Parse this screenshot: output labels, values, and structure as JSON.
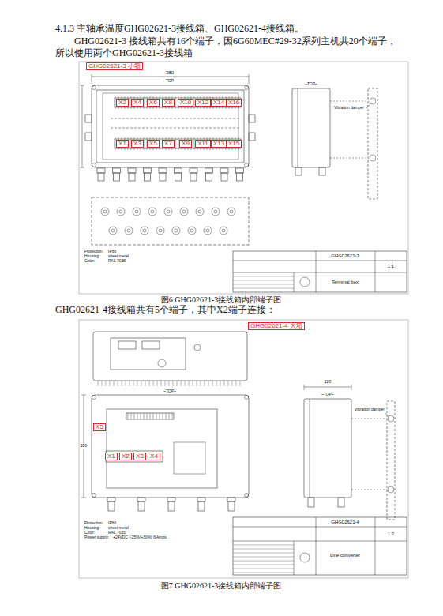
{
  "diagram": {
    "title": "4.1.3 主轴承温度GHG02621-3接线箱、GHG02621-4接线箱。",
    "nodes": [
      {
        "text": [
          "GHG02621-3  小箱"
        ]
      },
      {
        "text": [
          "X2"
        ]
      },
      {
        "text": [
          "X4"
        ]
      },
      {
        "text": [
          "X6"
        ]
      },
      {
        "text": [
          "X8"
        ]
      },
      {
        "text": [
          "X10"
        ]
      },
      {
        "text": [
          "X12"
        ]
      },
      {
        "text": [
          "X14"
        ]
      },
      {
        "text": [
          "X16"
        ]
      },
      {
        "text": [
          "X1"
        ]
      },
      {
        "text": [
          "X3"
        ]
      },
      {
        "text": [
          "X5"
        ]
      },
      {
        "text": [
          "X7"
        ]
      },
      {
        "text": [
          "X9"
        ]
      },
      {
        "text": [
          "X11"
        ]
      },
      {
        "text": [
          "X13"
        ]
      },
      {
        "text": [
          "X15"
        ]
      },
      {
        "text": [
          "GHG02621-4  大箱"
        ]
      },
      {
        "text": [
          "X5"
        ]
      },
      {
        "text": [
          "X1"
        ]
      },
      {
        "text": [
          "X2"
        ]
      },
      {
        "text": [
          "X3"
        ]
      },
      {
        "text": [
          "X4"
        ]
      }
    ],
    "labels": [
      "GHG02621-3 接线箱共有16个端子，因6G60MEC#29-32系列主机共20个端子，所以使用两个GHG02621-3接线箱",
      "图6 GHG02621-3接线箱内部端子图",
      "GHG02621-4接线箱共有5个端子，其中X2端子连接：",
      "图7   GHG02621-3接线箱内部端子图",
      "380",
      "~TOP~",
      "~TOP~",
      "Vibration damper",
      "Protection:",
      "IP66",
      "Housing:",
      "sheet metal",
      "Color:",
      "RAL 7035",
      "GHG02621-3",
      "Terminal box",
      "1:1",
      "120",
      "~TOP~",
      "~TOP~",
      "Vibration damper",
      "200",
      "Protection:",
      "IP66",
      "Housing:",
      "sheet metal",
      "Color:",
      "RAL 7035",
      "Power supply:",
      "+24VDC (-25%/+30%) 6 Amps.",
      "GHG02621-4",
      "Line converter",
      "1:2"
    ]
  }
}
